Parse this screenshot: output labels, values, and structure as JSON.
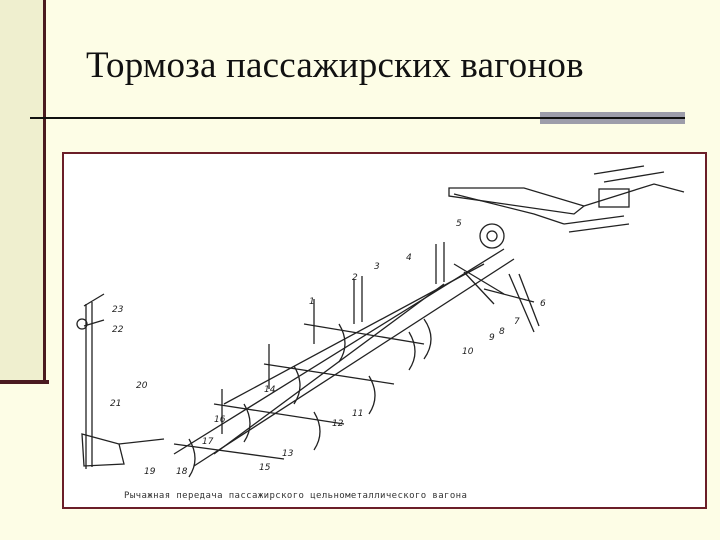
{
  "slide": {
    "title": "Тормоза пассажирских вагонов"
  },
  "figure": {
    "caption": "Рычажная передача пассажирского цельнометаллического вагона",
    "part_labels": [
      "1",
      "2",
      "3",
      "4",
      "5",
      "6",
      "7",
      "8",
      "9",
      "10",
      "11",
      "12",
      "13",
      "14",
      "15",
      "16",
      "17",
      "18",
      "19",
      "20",
      "21",
      "22",
      "23"
    ]
  }
}
